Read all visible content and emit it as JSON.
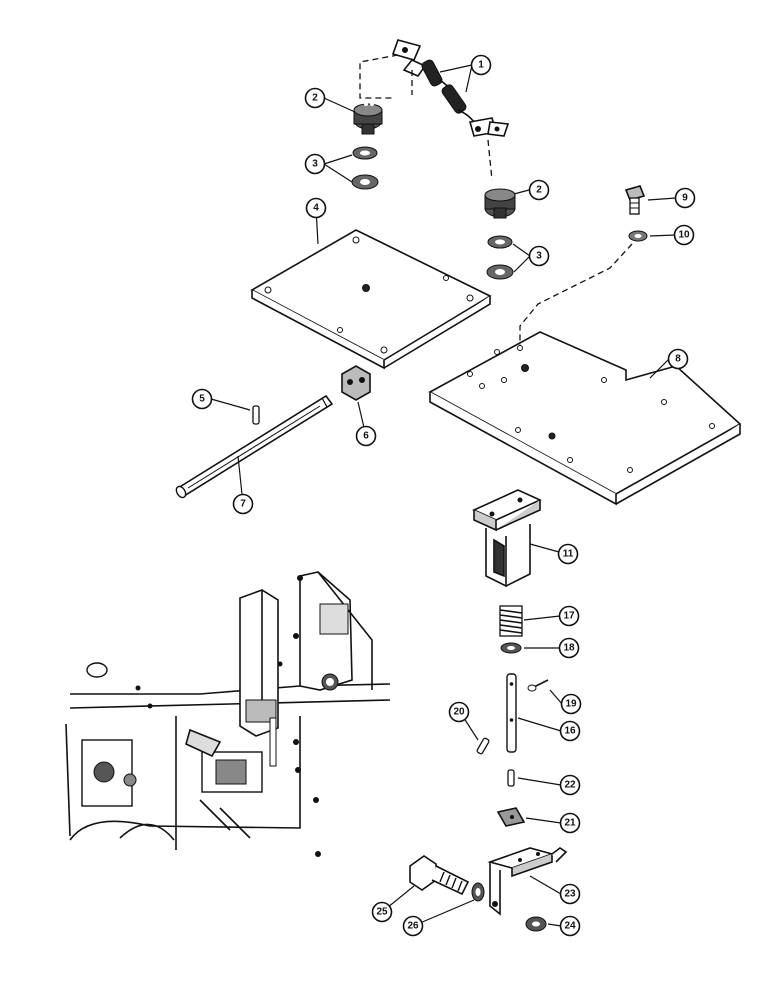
{
  "callouts": [
    {
      "id": "c1",
      "label": "1"
    },
    {
      "id": "c2a",
      "label": "2"
    },
    {
      "id": "c2b",
      "label": "2"
    },
    {
      "id": "c3a",
      "label": "3"
    },
    {
      "id": "c3b",
      "label": "3"
    },
    {
      "id": "c4",
      "label": "4"
    },
    {
      "id": "c5",
      "label": "5"
    },
    {
      "id": "c6",
      "label": "6"
    },
    {
      "id": "c7",
      "label": "7"
    },
    {
      "id": "c8",
      "label": "8"
    },
    {
      "id": "c9",
      "label": "9"
    },
    {
      "id": "c10",
      "label": "10"
    },
    {
      "id": "c11",
      "label": "11"
    },
    {
      "id": "c16",
      "label": "16"
    },
    {
      "id": "c17",
      "label": "17"
    },
    {
      "id": "c18",
      "label": "18"
    },
    {
      "id": "c19",
      "label": "19"
    },
    {
      "id": "c20",
      "label": "20"
    },
    {
      "id": "c21",
      "label": "21"
    },
    {
      "id": "c22",
      "label": "22"
    },
    {
      "id": "c23",
      "label": "23"
    },
    {
      "id": "c24",
      "label": "24"
    },
    {
      "id": "c25",
      "label": "25"
    },
    {
      "id": "c26",
      "label": "26"
    }
  ]
}
